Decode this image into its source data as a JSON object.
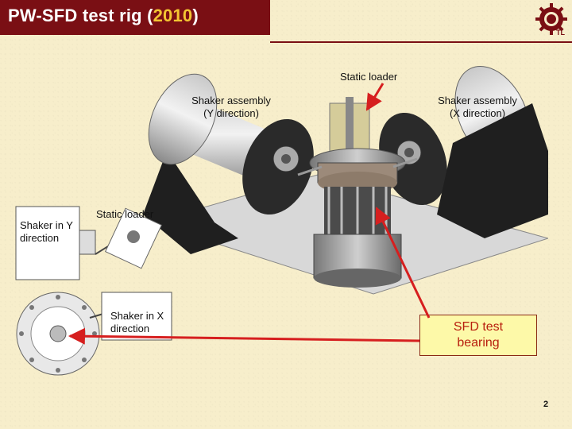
{
  "slide": {
    "title_main": "PW-SFD test rig (",
    "title_year": "2010",
    "title_close": ")",
    "page_number": "2"
  },
  "labels": {
    "static_loader_top": "Static loader",
    "shaker_assembly_y_line1": "Shaker assembly",
    "shaker_assembly_y_line2": "(Y direction)",
    "shaker_assembly_x_line1": "Shaker assembly",
    "shaker_assembly_x_line2": "(X direction)",
    "shaker_in_y_line1": "Shaker in Y",
    "shaker_in_y_line2": "direction",
    "static_loader_left": "Static loader",
    "shaker_in_x_line1": "Shaker in X",
    "shaker_in_x_line2": "direction",
    "sfd_line1": "SFD test",
    "sfd_line2": "bearing"
  },
  "logo": {
    "icon": "gear-logo",
    "text": "TL"
  },
  "colors": {
    "title_bg": "#7a0f14",
    "title_accent": "#f3c532",
    "arrow": "#d61f1f",
    "sfd_box_bg": "#fdf9a8",
    "sfd_text": "#b8200f"
  }
}
